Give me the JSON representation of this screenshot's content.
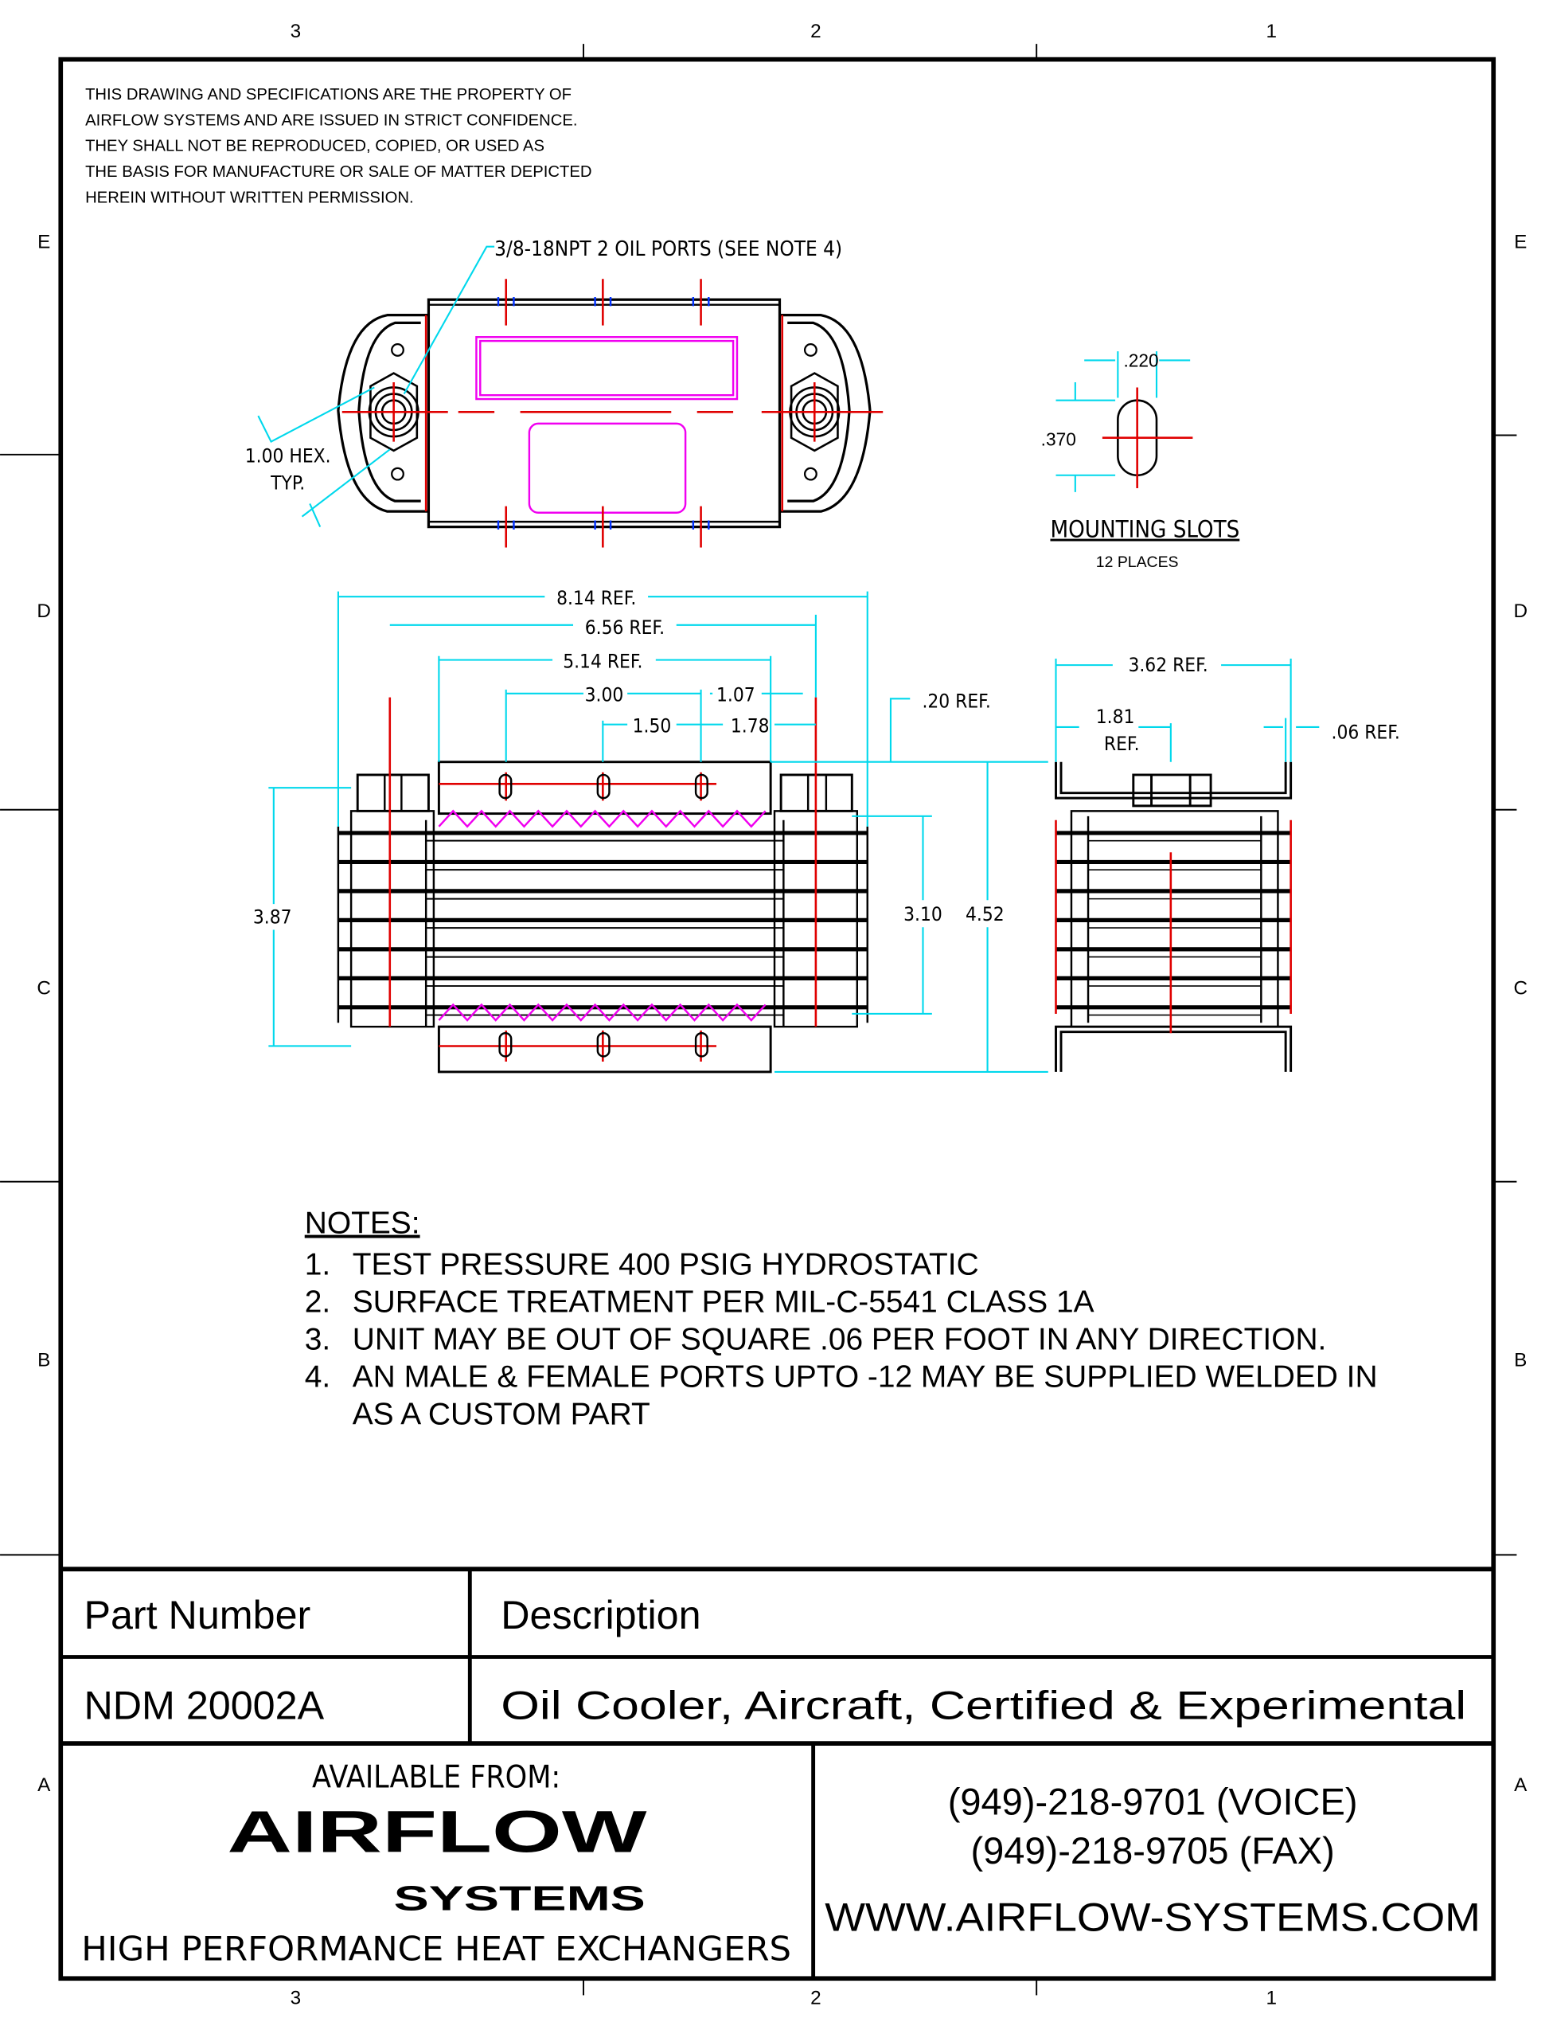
{
  "zones": {
    "top": [
      "3",
      "2",
      "1"
    ],
    "bottom": [
      "3",
      "2",
      "1"
    ],
    "rows": [
      "E",
      "D",
      "C",
      "B",
      "A"
    ]
  },
  "confidentiality": [
    "THIS DRAWING AND SPECIFICATIONS ARE THE PROPERTY OF",
    "AIRFLOW SYSTEMS AND ARE ISSUED IN STRICT CONFIDENCE.",
    "THEY SHALL NOT BE REPRODUCED, COPIED, OR USED AS",
    "THE BASIS FOR MANUFACTURE OR SALE OF MATTER DEPICTED",
    "HEREIN WITHOUT WRITTEN PERMISSION."
  ],
  "callouts": {
    "ports": "3/8-18NPT 2 OIL PORTS (SEE NOTE 4)",
    "hex_1": "1.00 HEX.",
    "hex_2": "TYP.",
    "slot_w": ".220",
    "slot_h": ".370",
    "slots_title": "MOUNTING SLOTS",
    "slots_sub": "12 PLACES"
  },
  "dimensions": {
    "d814": "8.14 REF.",
    "d656": "6.56 REF.",
    "d514": "5.14 REF.",
    "d300": "3.00",
    "d107": "1.07",
    "d150": "1.50",
    "d178": "1.78",
    "d020": ".20 REF.",
    "d362": "3.62 REF.",
    "d181a": "1.81",
    "d181b": "REF.",
    "d006": ".06 REF.",
    "d387": "3.87",
    "d310": "3.10",
    "d452": "4.52"
  },
  "notes": {
    "title": "NOTES:",
    "items": [
      {
        "n": "1.",
        "t": "TEST PRESSURE 400 PSIG HYDROSTATIC"
      },
      {
        "n": "2.",
        "t": "SURFACE TREATMENT PER MIL-C-5541 CLASS 1A"
      },
      {
        "n": "3.",
        "t": "UNIT MAY BE OUT OF SQUARE .06 PER FOOT IN ANY DIRECTION."
      },
      {
        "n": "4.",
        "t": "AN MALE & FEMALE PORTS UPTO -12 MAY BE SUPPLIED WELDED IN"
      }
    ],
    "continuation": "AS A CUSTOM PART"
  },
  "title_block": {
    "part_number_label": "Part Number",
    "description_label": "Description",
    "part_number": "NDM 20002A",
    "description": "Oil Cooler, Aircraft, Certified & Experimental",
    "available_from": "AVAILABLE FROM:",
    "logo_word": "AIRFLOW",
    "logo_sub": "SYSTEMS",
    "tagline": "HIGH PERFORMANCE HEAT EXCHANGERS",
    "phone_voice": "(949)-218-9701 (VOICE)",
    "phone_fax": "(949)-218-9705  (FAX)",
    "website": "WWW.AIRFLOW-SYSTEMS.COM"
  },
  "colors": {
    "centerline": "#e00000",
    "dimension": "#00d8ec",
    "highlight": "#f000f0",
    "weld": "#0030ff"
  }
}
